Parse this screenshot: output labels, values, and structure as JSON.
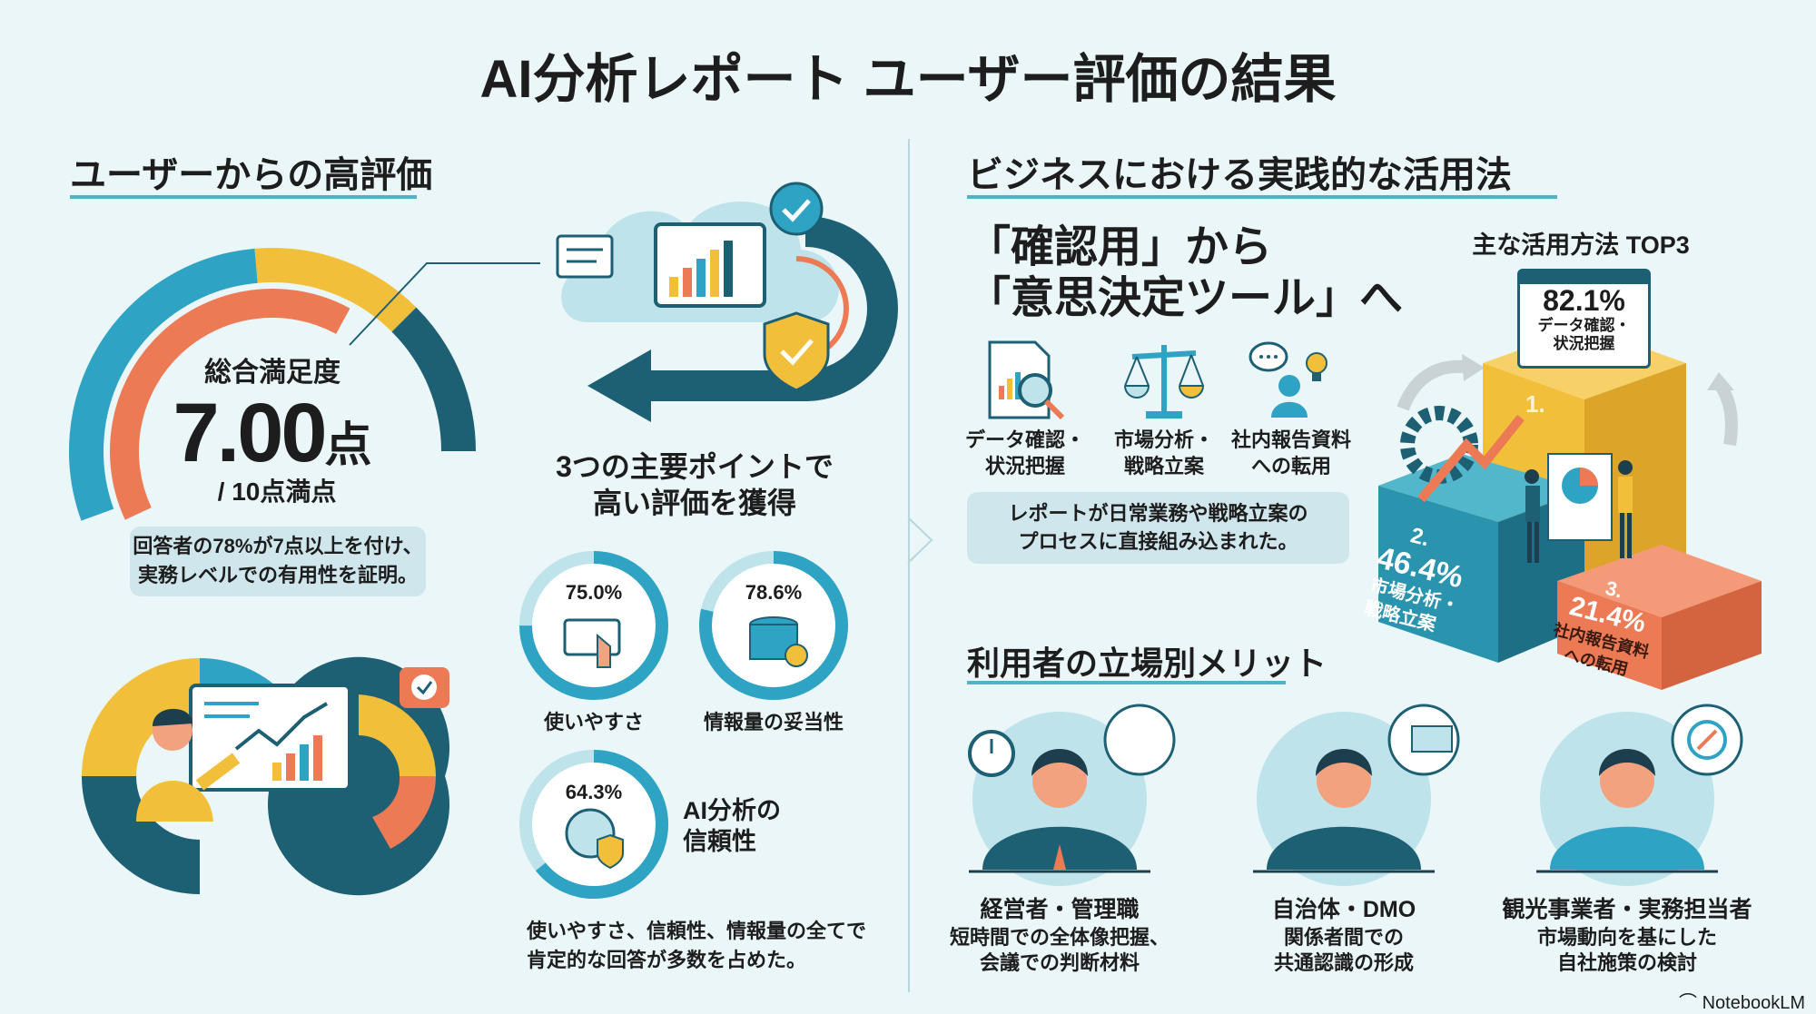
{
  "title": "AI分析レポート ユーザー評価の結果",
  "left": {
    "heading": "ユーザーからの高評価",
    "gauge": {
      "label": "総合満足度",
      "score": "7.00",
      "unit": "点",
      "max_label": "/ 10点満点",
      "value": 7.0,
      "max": 10
    },
    "callout": [
      "回答者の78%が7点以上を付け、",
      "実務レベルでの有用性を証明。"
    ],
    "points_title": [
      "3つの主要ポイントで",
      "高い評価を獲得"
    ],
    "points": [
      {
        "value_label": "75.0%",
        "value": 75.0,
        "label": "使いやすさ"
      },
      {
        "value_label": "78.6%",
        "value": 78.6,
        "label": "情報量の妥当性"
      },
      {
        "value_label": "64.3%",
        "value": 64.3,
        "label": "AI分析の\n信頼性",
        "label_lines": [
          "AI分析の",
          "信頼性"
        ]
      }
    ],
    "summary": [
      "使いやすさ、信頼性、情報量の全てで",
      "肯定的な回答が多数を占めた。"
    ]
  },
  "right": {
    "heading": "ビジネスにおける実践的な活用法",
    "subheading": [
      "「確認用」から",
      "「意思決定ツール」へ"
    ],
    "uses": [
      {
        "icon": "document-magnifier-icon",
        "lines": [
          "データ確認・",
          "状況把握"
        ]
      },
      {
        "icon": "scales-icon",
        "lines": [
          "市場分析・",
          "戦略立案"
        ]
      },
      {
        "icon": "person-idea-icon",
        "lines": [
          "社内報告資料",
          "への転用"
        ]
      }
    ],
    "note": [
      "レポートが日常業務や戦略立案の",
      "プロセスに直接組み込まれた。"
    ],
    "top3": {
      "title": "主な活用方法 TOP3",
      "items": [
        {
          "rank": "1.",
          "value_label": "82.1%",
          "value": 82.1,
          "lines": [
            "データ確認・",
            "状況把握"
          ]
        },
        {
          "rank": "2.",
          "value_label": "46.4%",
          "value": 46.4,
          "lines": [
            "市場分析・",
            "戦略立案"
          ]
        },
        {
          "rank": "3.",
          "value_label": "21.4%",
          "value": 21.4,
          "lines": [
            "社内報告資料",
            "への転用"
          ]
        }
      ]
    },
    "merits_heading": "利用者の立場別メリット",
    "merits": [
      {
        "role": "経営者・管理職",
        "lines": [
          "短時間での全体像把握、",
          "会議での判断材料"
        ]
      },
      {
        "role": "自治体・DMO",
        "lines": [
          "関係者間での",
          "共通認識の形成"
        ]
      },
      {
        "role": "観光事業者・実務担当者",
        "lines": [
          "市場動向を基にした",
          "自社施策の検討"
        ]
      }
    ]
  },
  "footer": {
    "brand": "NotebookLM"
  },
  "colors": {
    "teal": "#2fa3c4",
    "dark_teal": "#1d5f73",
    "yellow": "#f2bf3a",
    "orange": "#ec7a55",
    "bg": "#eaf6f7"
  }
}
